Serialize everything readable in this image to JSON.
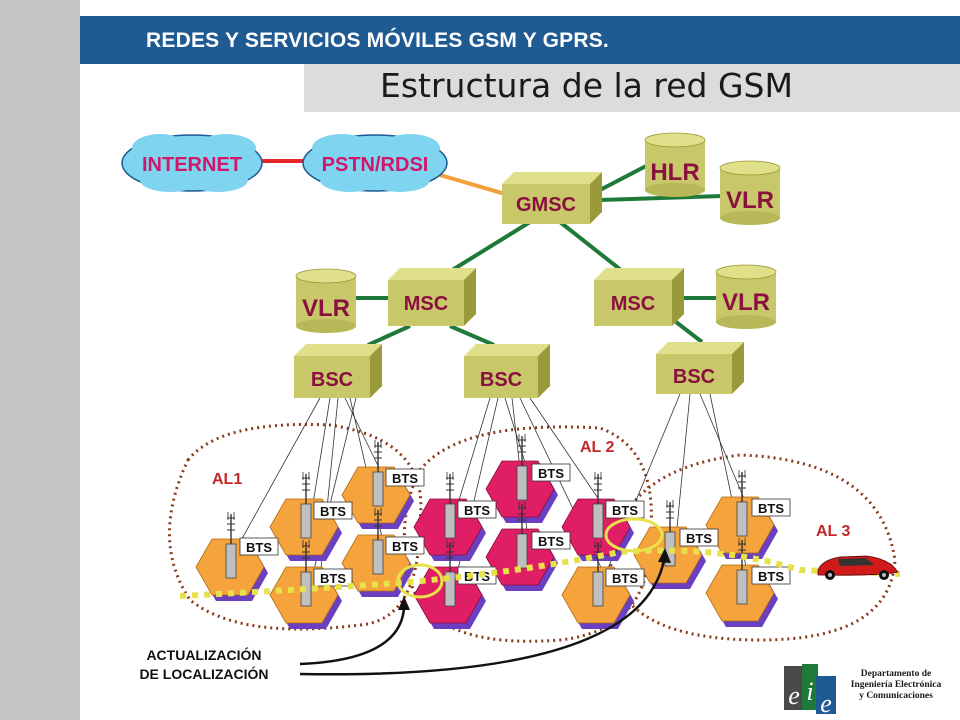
{
  "header": {
    "course_title": "REDES Y SERVICIOS MÓVILES GSM Y GPRS."
  },
  "slide": {
    "title": "Estructura de la red GSM"
  },
  "network": {
    "internet": "INTERNET",
    "pstn": "PSTN/RDSI",
    "hlr": "HLR",
    "vlr": "VLR",
    "gmsc": "GMSC",
    "msc": "MSC",
    "bsc": "BSC",
    "bts": "BTS"
  },
  "location_areas": {
    "al1": "AL1",
    "al2": "AL 2",
    "al3": "AL 3"
  },
  "annotation": {
    "line1": "ACTUALIZACIÓN",
    "line2": "DE LOCALIZACIÓN"
  },
  "footer": {
    "dept_line1": "Departamento de",
    "dept_line2": "Ingeniería Electrónica",
    "dept_line3": "y Comunicaciones"
  },
  "colors": {
    "header_blue": "#1f5a92",
    "node_olive": "#c8c86a",
    "cell_orange": "#f5a33c",
    "cell_magenta": "#e01e66",
    "link_green": "#1f7a3a",
    "internet_link": "#e8262a",
    "pstn_link": "#f2a13a",
    "path_yellow": "#e8e24a",
    "area_border": "#8a3a1a",
    "cloud": "#7fd4f0"
  }
}
